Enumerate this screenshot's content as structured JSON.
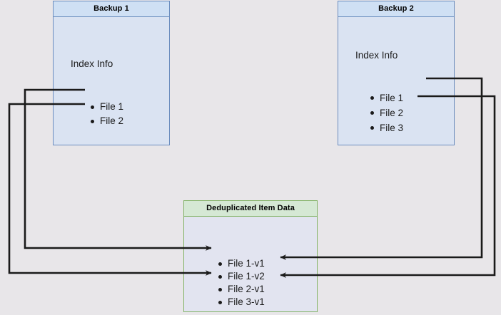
{
  "diagram": {
    "title": "Backup deduplication index diagram",
    "background_color": "#e8e6e9",
    "edge_color": "#1a1a1a"
  },
  "nodes": {
    "backup_1": {
      "header": "Backup 1",
      "index_label": "Index Info",
      "border_color": "#6c8ebf",
      "header_fill": "#cfe0f4",
      "body_fill": "#dae3f2",
      "files": [
        {
          "label": "File 1"
        },
        {
          "label": "File 2"
        }
      ]
    },
    "backup_2": {
      "header": "Backup 2",
      "index_label": "Index Info",
      "border_color": "#6c8ebf",
      "header_fill": "#cfe0f4",
      "body_fill": "#dae3f2",
      "files": [
        {
          "label": "File 1"
        },
        {
          "label": "File 2"
        },
        {
          "label": "File 3"
        }
      ]
    },
    "dedup": {
      "header": "Deduplicated Item Data",
      "border_color": "#82b366",
      "header_fill": "#d5e8d4",
      "body_fill": "#e2e4f0",
      "files": [
        {
          "label": "File 1-v1"
        },
        {
          "label": "File 1-v2"
        },
        {
          "label": "File 2-v1"
        },
        {
          "label": "File 3-v1"
        }
      ]
    }
  },
  "edges": [
    {
      "name": "backup1-file1-to-file1v1",
      "from": "Backup 1 / File 1",
      "to": "Deduplicated Item Data / File 1-v1",
      "side": "left"
    },
    {
      "name": "backup1-file2-to-file2v1",
      "from": "Backup 1 / File 2",
      "to": "Deduplicated Item Data / File 2-v1",
      "side": "left"
    },
    {
      "name": "backup2-file1-to-file1v2",
      "from": "Backup 2 / File 1",
      "to": "Deduplicated Item Data / File 1-v2",
      "side": "right"
    },
    {
      "name": "backup2-file2-to-file2v1",
      "from": "Backup 2 / File 2",
      "to": "Deduplicated Item Data / File 2-v1",
      "side": "right"
    }
  ]
}
